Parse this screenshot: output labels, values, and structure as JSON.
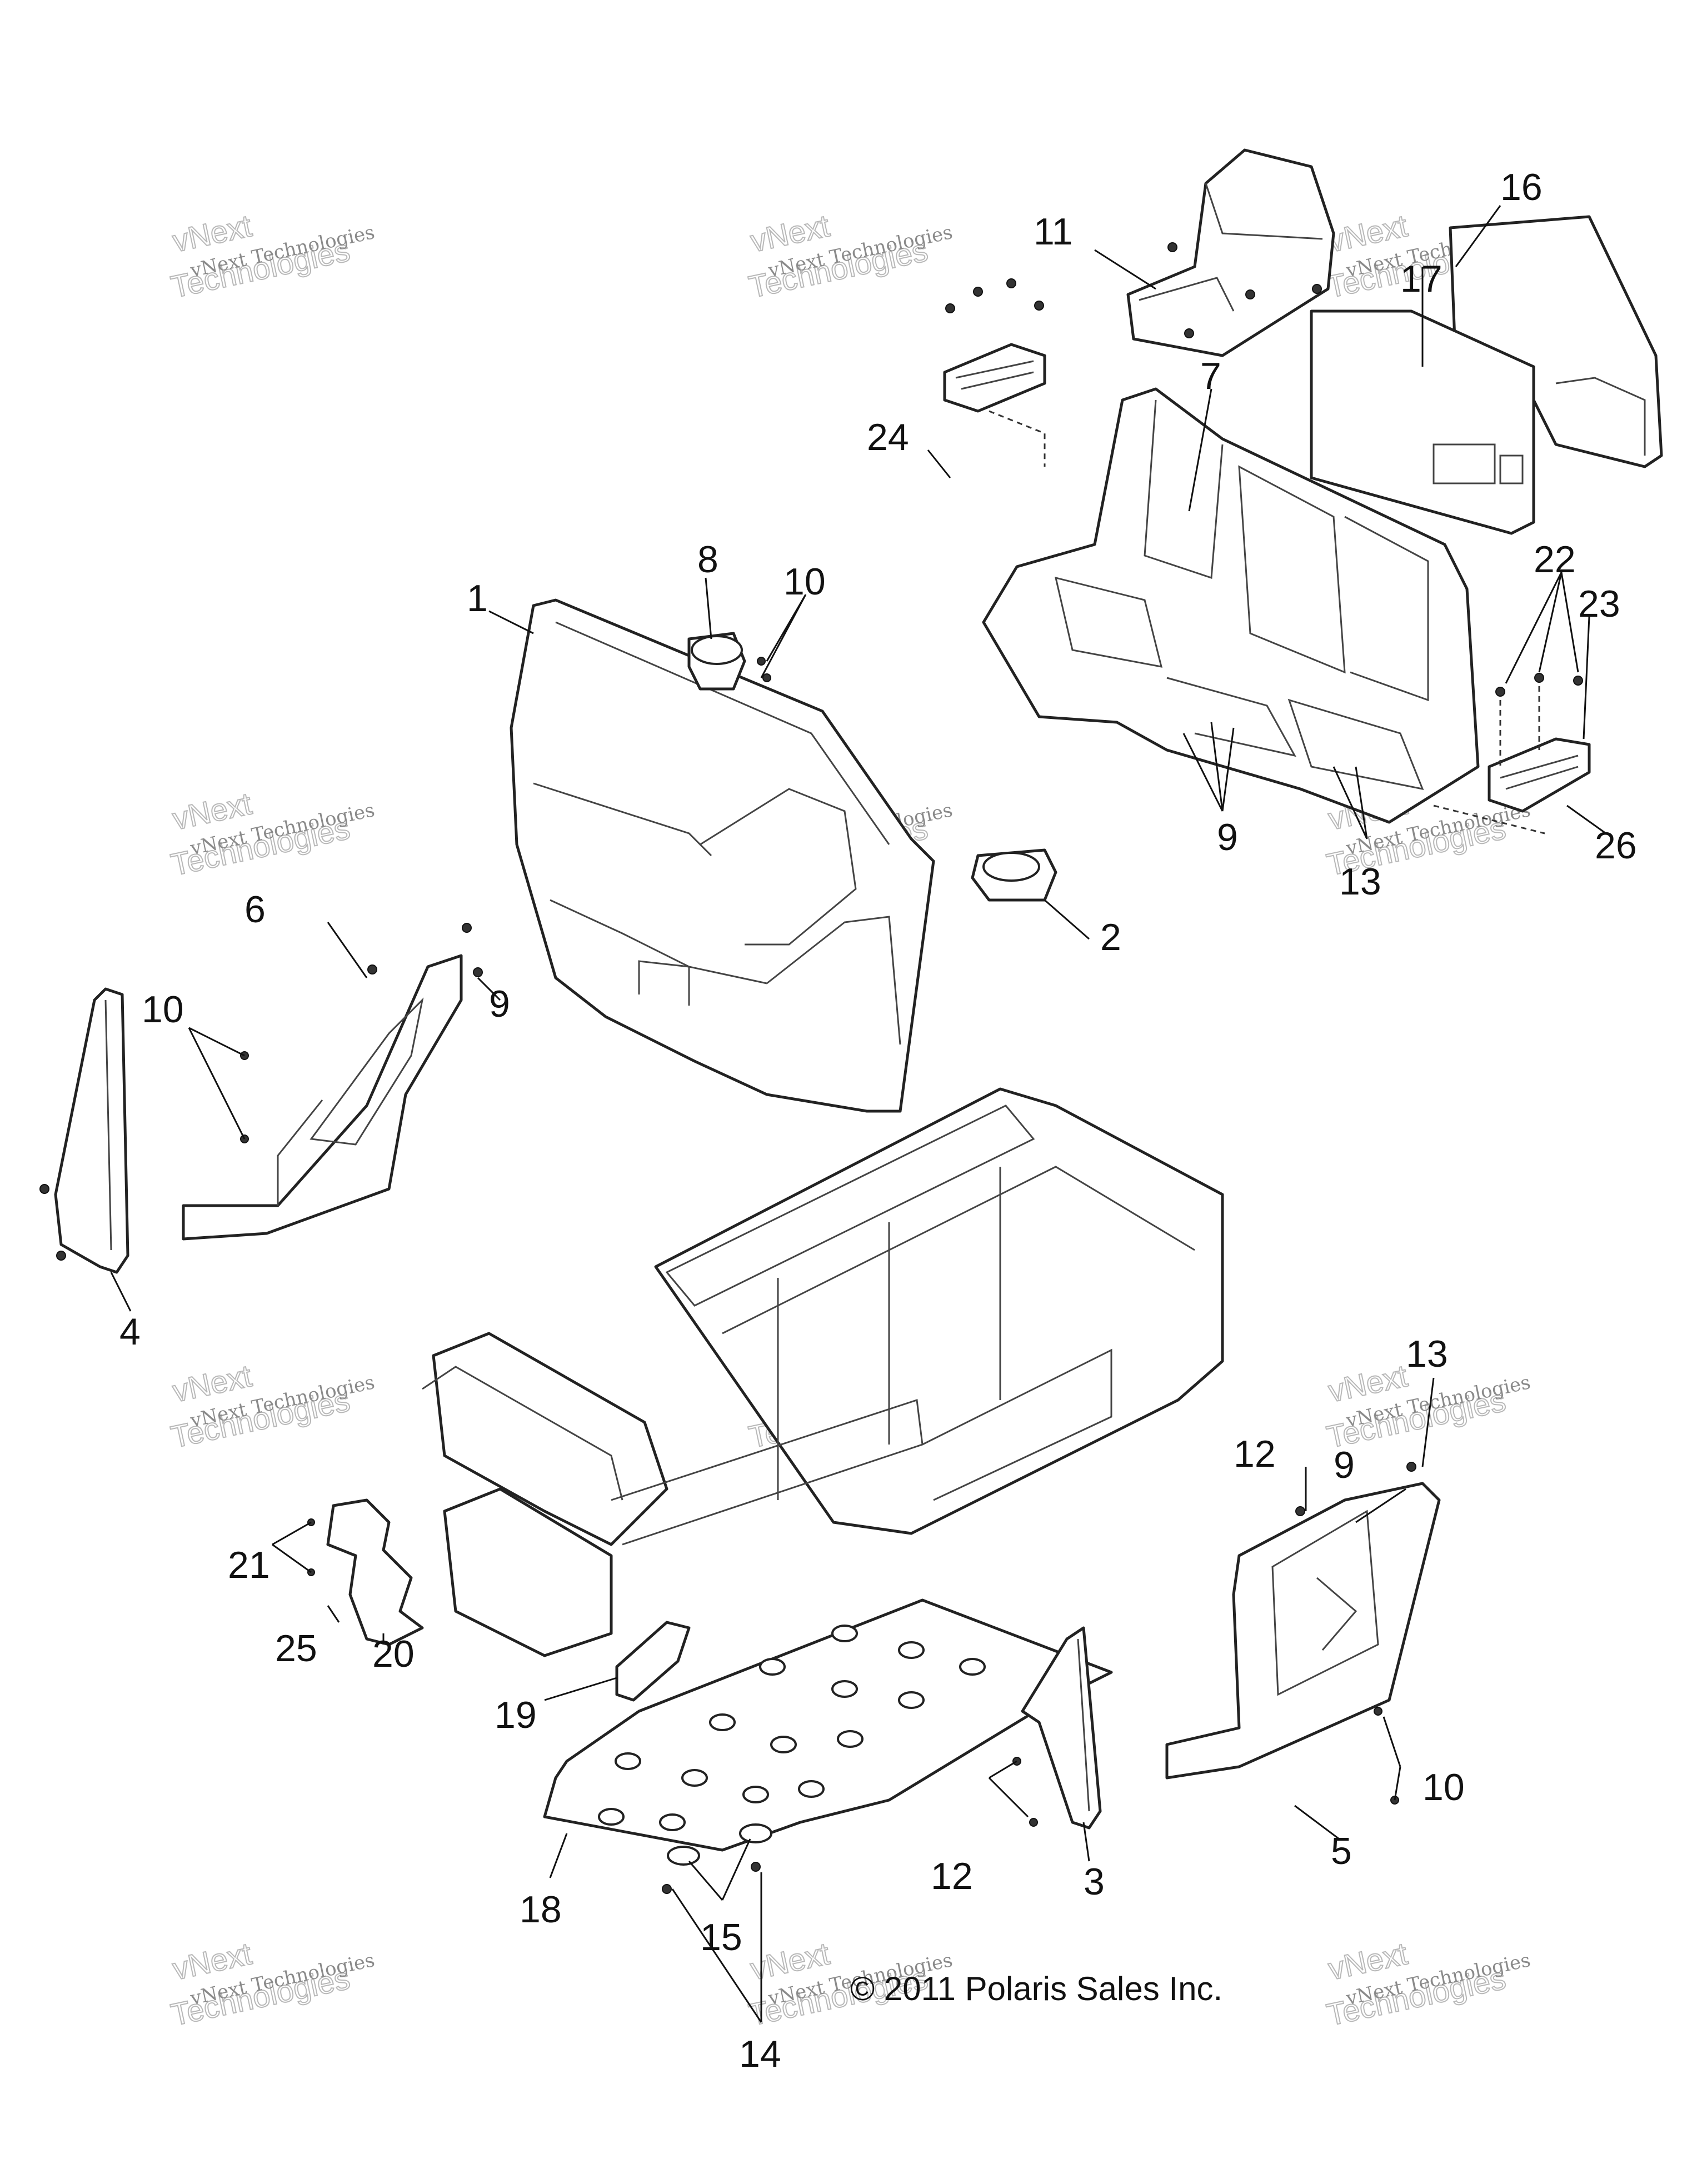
{
  "watermark": {
    "line1": "vNext Technologies",
    "line2": "vNext",
    "line3": "Technologies"
  },
  "copyright": "© 2011 Polaris Sales Inc.",
  "callouts": {
    "c1": "1",
    "c2": "2",
    "c3": "3",
    "c4": "4",
    "c5": "5",
    "c6": "6",
    "c7": "7",
    "c8": "8",
    "c9a": "9",
    "c9b": "9",
    "c9c": "9",
    "c10a": "10",
    "c10b": "10",
    "c10c": "10",
    "c11": "11",
    "c12a": "12",
    "c12b": "12",
    "c13a": "13",
    "c13b": "13",
    "c14": "14",
    "c15": "15",
    "c16": "16",
    "c17": "17",
    "c18": "18",
    "c19": "19",
    "c20": "20",
    "c21": "21",
    "c22": "22",
    "c23": "23",
    "c24": "24",
    "c25": "25",
    "c26": "26"
  }
}
